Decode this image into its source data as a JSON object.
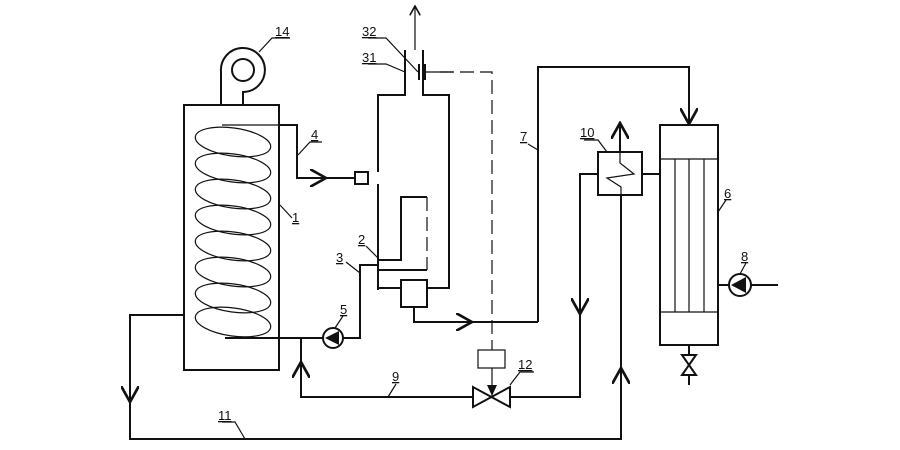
{
  "labels": {
    "tank": "1",
    "line2": "2",
    "line3": "3",
    "pipe4": "4",
    "pump5": "5",
    "reactor6": "6",
    "pipe7": "7",
    "pump8": "8",
    "pipe9": "9",
    "exchanger10": "10",
    "pipe11": "11",
    "valve12": "12",
    "fan14": "14",
    "outlet31": "31",
    "valve32": "32"
  },
  "colors": {
    "stroke": "#111111",
    "background": "#ffffff"
  }
}
